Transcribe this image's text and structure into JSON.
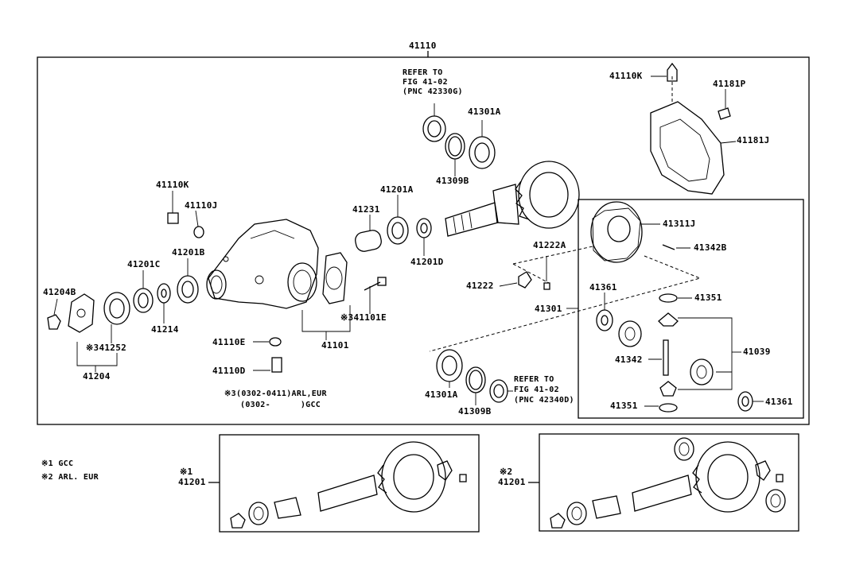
{
  "labels": {
    "main_assembly": "41110",
    "refer_top": [
      "REFER TO",
      "FIG 41-02",
      "(PNC 42330G)"
    ],
    "refer_bottom": [
      "REFER TO",
      "FIG 41-02",
      "(PNC 42340D)"
    ],
    "p41301A_top": "41301A",
    "p41309B_top": "41309B",
    "p41110K_right": "41110K",
    "p41181P": "41181P",
    "p41181J": "41181J",
    "p41110K_left": "41110K",
    "p41110J": "41110J",
    "p41231": "41231",
    "p41201A": "41201A",
    "p41201D": "41201D",
    "p41222A": "41222A",
    "p41222": "41222",
    "p41301": "41301",
    "p41311J": "41311J",
    "p41342B": "41342B",
    "p41361_top": "41361",
    "p41351_top": "41351",
    "p41039": "41039",
    "p41342": "41342",
    "p41351_bottom": "41351",
    "p41361_bottom": "41361",
    "p41201B": "41201B",
    "p41201C": "41201C",
    "p41204B": "41204B",
    "p41214": "41214",
    "p41252": "※341252",
    "p41204": "41204",
    "p41101E": "※341101E",
    "p41101": "41101",
    "p41110E": "41110E",
    "p41110D": "41110D",
    "p41301A_bottom": "41301A",
    "p41309B_bottom": "41309B",
    "note3_line1": "※3(0302-0411)ARL,EUR",
    "note3_line2": "(0302-      )GCC",
    "legend1": "※1 GCC",
    "legend2": "※2 ARL. EUR",
    "kit1_mark": "※1",
    "kit1_num": "41201",
    "kit2_mark": "※2",
    "kit2_num": "41201"
  }
}
